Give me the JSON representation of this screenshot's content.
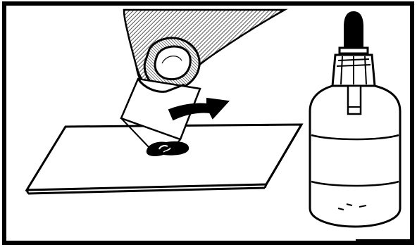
{
  "illustration": {
    "subject": "placing-cover-slip-on-microscope-slide",
    "ink_color": "#000000",
    "paper_color": "#ffffff",
    "hatch_color": "#555555",
    "elements": [
      "hand-with-cover-slip",
      "cover-slip",
      "rotation-arrow",
      "microscope-slide",
      "specimen-drop",
      "dropper-bottle"
    ]
  }
}
